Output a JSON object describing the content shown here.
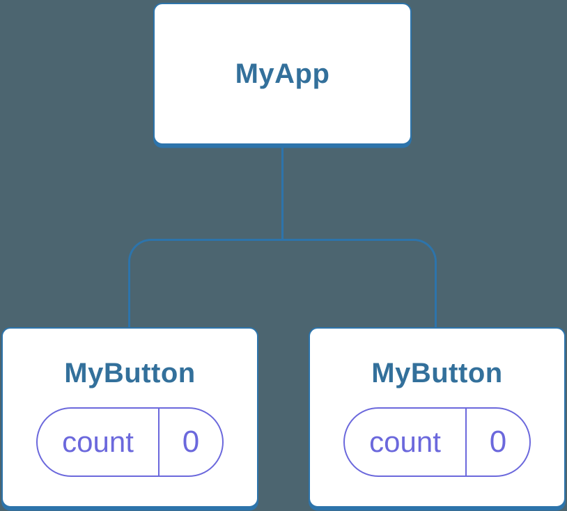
{
  "diagram": {
    "description": "React component tree diagram: root component with two child button components each holding local state",
    "colors": {
      "background": "#4C6570",
      "node_fill": "#FFFFFF",
      "node_border": "#2D74AB",
      "connector": "#2D74AB",
      "title_text": "#33709B",
      "state_accent": "#6B68DC"
    },
    "tree": {
      "root": {
        "label": "MyApp"
      },
      "children": [
        {
          "label": "MyButton",
          "state": {
            "name": "count",
            "value": "0"
          }
        },
        {
          "label": "MyButton",
          "state": {
            "name": "count",
            "value": "0"
          }
        }
      ]
    }
  }
}
